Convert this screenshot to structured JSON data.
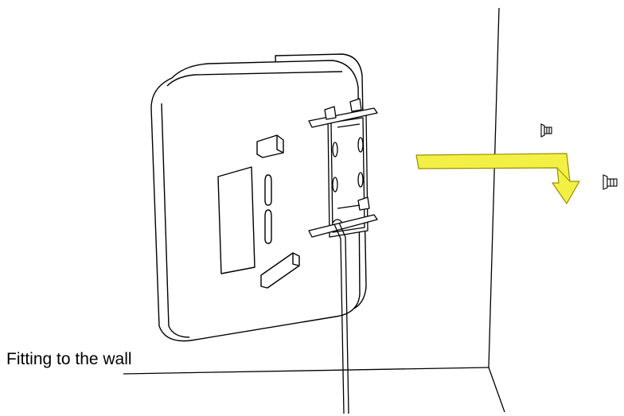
{
  "caption": "Fitting to the wall",
  "colors": {
    "line": "#000000",
    "arrow_fill": "#f3f045",
    "arrow_stroke": "#9a8f00",
    "background": "#ffffff"
  },
  "icons": [
    "wall-outline",
    "device-back-housing",
    "mounting-bracket",
    "cable",
    "insertion-arrow",
    "wall-screw"
  ]
}
